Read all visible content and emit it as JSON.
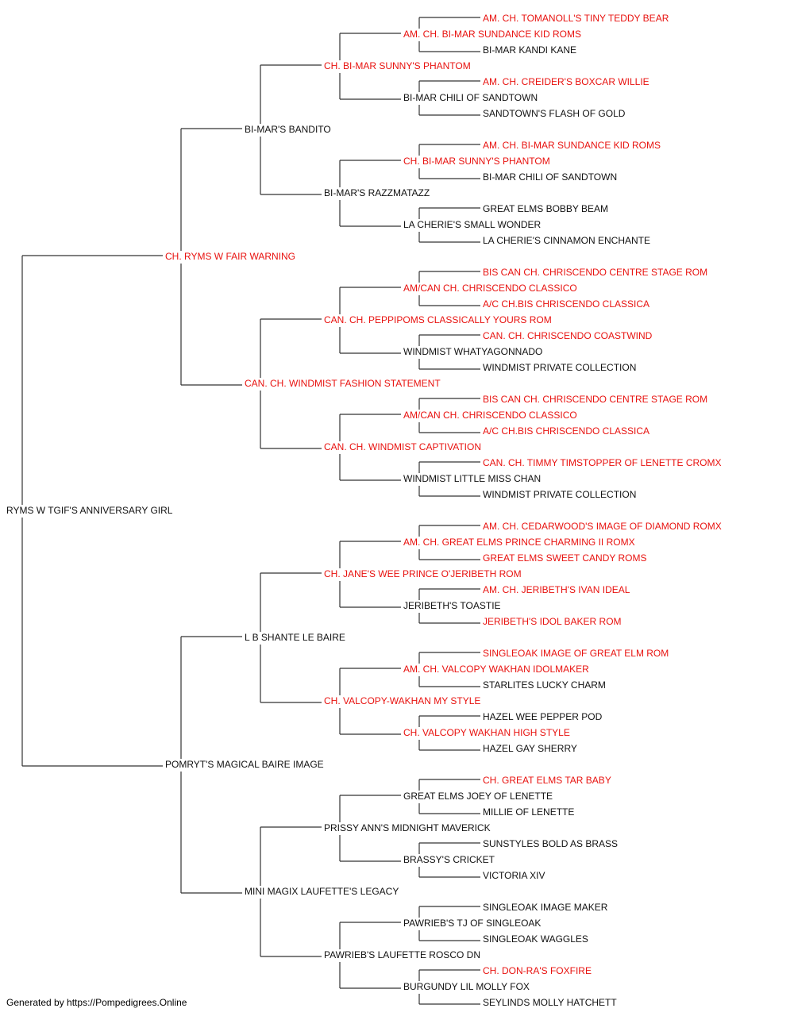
{
  "colors": {
    "champion": "#e8120f",
    "normal": "#111111"
  },
  "subject": {
    "name": "RYMS W TGIF'S ANNIVERSARY GIRL",
    "champion": false
  },
  "sire": {
    "name": "CH. RYMS W FAIR WARNING",
    "champion": true
  },
  "dam": {
    "name": "POMRYT'S MAGICAL BAIRE IMAGE",
    "champion": false
  },
  "grandparents": [
    {
      "name": "BI-MAR'S BANDITO",
      "champion": false
    },
    {
      "name": "CAN. CH. WINDMIST FASHION STATEMENT",
      "champion": true
    },
    {
      "name": "L B SHANTE LE BAIRE",
      "champion": false
    },
    {
      "name": "MINI MAGIX LAUFETTE'S LEGACY",
      "champion": false
    }
  ],
  "great_grandparents": [
    {
      "name": "CH. BI-MAR SUNNY'S PHANTOM",
      "champion": true
    },
    {
      "name": "BI-MAR'S RAZZMATAZZ",
      "champion": false
    },
    {
      "name": "CAN. CH. PEPPIPOMS CLASSICALLY YOURS ROM",
      "champion": true
    },
    {
      "name": "CAN. CH. WINDMIST CAPTIVATION",
      "champion": true
    },
    {
      "name": "CH. JANE'S WEE PRINCE O'JERIBETH ROM",
      "champion": true
    },
    {
      "name": "CH. VALCOPY-WAKHAN MY STYLE",
      "champion": true
    },
    {
      "name": "PRISSY ANN'S MIDNIGHT MAVERICK",
      "champion": false
    },
    {
      "name": "PAWRIEB'S LAUFETTE ROSCO DN",
      "champion": false
    }
  ],
  "gen4": [
    {
      "name": "AM. CH. BI-MAR SUNDANCE KID ROMS",
      "champion": true
    },
    {
      "name": "BI-MAR CHILI OF SANDTOWN",
      "champion": false
    },
    {
      "name": "CH. BI-MAR SUNNY'S PHANTOM",
      "champion": true
    },
    {
      "name": "LA CHERIE'S SMALL WONDER",
      "champion": false
    },
    {
      "name": "AM/CAN CH. CHRISCENDO CLASSICO",
      "champion": true
    },
    {
      "name": "WINDMIST WHATYAGONNADO",
      "champion": false
    },
    {
      "name": "AM/CAN CH. CHRISCENDO CLASSICO",
      "champion": true
    },
    {
      "name": "WINDMIST LITTLE MISS CHAN",
      "champion": false
    },
    {
      "name": "AM. CH. GREAT ELMS PRINCE CHARMING II ROMX",
      "champion": true
    },
    {
      "name": "JERIBETH'S TOASTIE",
      "champion": false
    },
    {
      "name": "AM. CH. VALCOPY WAKHAN IDOLMAKER",
      "champion": true
    },
    {
      "name": "CH. VALCOPY WAKHAN HIGH STYLE",
      "champion": true
    },
    {
      "name": "GREAT ELMS JOEY OF LENETTE",
      "champion": false
    },
    {
      "name": "BRASSY'S CRICKET",
      "champion": false
    },
    {
      "name": "PAWRIEB'S TJ OF SINGLEOAK",
      "champion": false
    },
    {
      "name": "BURGUNDY LIL MOLLY FOX",
      "champion": false
    }
  ],
  "gen5": [
    {
      "name": "AM. CH. TOMANOLL'S TINY TEDDY BEAR",
      "champion": true
    },
    {
      "name": "BI-MAR KANDI KANE",
      "champion": false
    },
    {
      "name": "AM. CH. CREIDER'S BOXCAR WILLIE",
      "champion": true
    },
    {
      "name": "SANDTOWN'S FLASH OF GOLD",
      "champion": false
    },
    {
      "name": "AM. CH. BI-MAR SUNDANCE KID ROMS",
      "champion": true
    },
    {
      "name": "BI-MAR CHILI OF SANDTOWN",
      "champion": false
    },
    {
      "name": "GREAT ELMS BOBBY BEAM",
      "champion": false
    },
    {
      "name": "LA CHERIE'S CINNAMON ENCHANTE",
      "champion": false
    },
    {
      "name": "BIS CAN CH. CHRISCENDO CENTRE STAGE ROM",
      "champion": true
    },
    {
      "name": "A/C CH.BIS CHRISCENDO CLASSICA",
      "champion": true
    },
    {
      "name": "CAN. CH. CHRISCENDO COASTWIND",
      "champion": true
    },
    {
      "name": "WINDMIST PRIVATE COLLECTION",
      "champion": false
    },
    {
      "name": "BIS CAN CH. CHRISCENDO CENTRE STAGE ROM",
      "champion": true
    },
    {
      "name": "A/C CH.BIS CHRISCENDO CLASSICA",
      "champion": true
    },
    {
      "name": "CAN. CH. TIMMY TIMSTOPPER OF LENETTE CROMX",
      "champion": true
    },
    {
      "name": "WINDMIST PRIVATE COLLECTION",
      "champion": false
    },
    {
      "name": "AM. CH. CEDARWOOD'S IMAGE OF DIAMOND ROMX",
      "champion": true
    },
    {
      "name": "GREAT ELMS SWEET CANDY ROMS",
      "champion": true
    },
    {
      "name": "AM. CH. JERIBETH'S IVAN IDEAL",
      "champion": true
    },
    {
      "name": "JERIBETH'S IDOL BAKER ROM",
      "champion": true
    },
    {
      "name": "SINGLEOAK IMAGE OF GREAT ELM ROM",
      "champion": true
    },
    {
      "name": "STARLITES LUCKY CHARM",
      "champion": false
    },
    {
      "name": "HAZEL WEE PEPPER POD",
      "champion": false
    },
    {
      "name": "HAZEL GAY SHERRY",
      "champion": false
    },
    {
      "name": "CH. GREAT ELMS TAR BABY",
      "champion": true
    },
    {
      "name": "MILLIE OF LENETTE",
      "champion": false
    },
    {
      "name": "SUNSTYLES BOLD AS BRASS",
      "champion": false
    },
    {
      "name": "VICTORIA XIV",
      "champion": false
    },
    {
      "name": "SINGLEOAK IMAGE MAKER",
      "champion": false
    },
    {
      "name": "SINGLEOAK WAGGLES",
      "champion": false
    },
    {
      "name": "CH. DON-RA'S FOXFIRE",
      "champion": true
    },
    {
      "name": "SEYLINDS MOLLY HATCHETT",
      "champion": false
    }
  ],
  "footer": "Generated by https://Pompedigrees.Online"
}
